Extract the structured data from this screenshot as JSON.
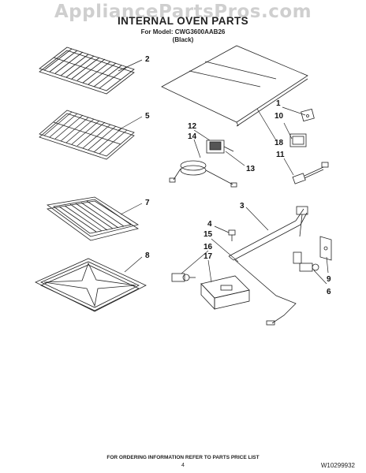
{
  "watermark": "AppliancePartsPros.com",
  "header": {
    "title": "INTERNAL OVEN PARTS",
    "model_line": "For Model: CWG3600AAB26",
    "color_line": "(Black)"
  },
  "callouts": [
    "2",
    "5",
    "7",
    "8",
    "1",
    "10",
    "18",
    "11",
    "12",
    "14",
    "13",
    "3",
    "4",
    "15",
    "16",
    "17",
    "9",
    "6"
  ],
  "footer": {
    "note": "FOR ORDERING INFORMATION REFER TO PARTS PRICE LIST",
    "page": "4",
    "doc_number": "W10299932"
  }
}
